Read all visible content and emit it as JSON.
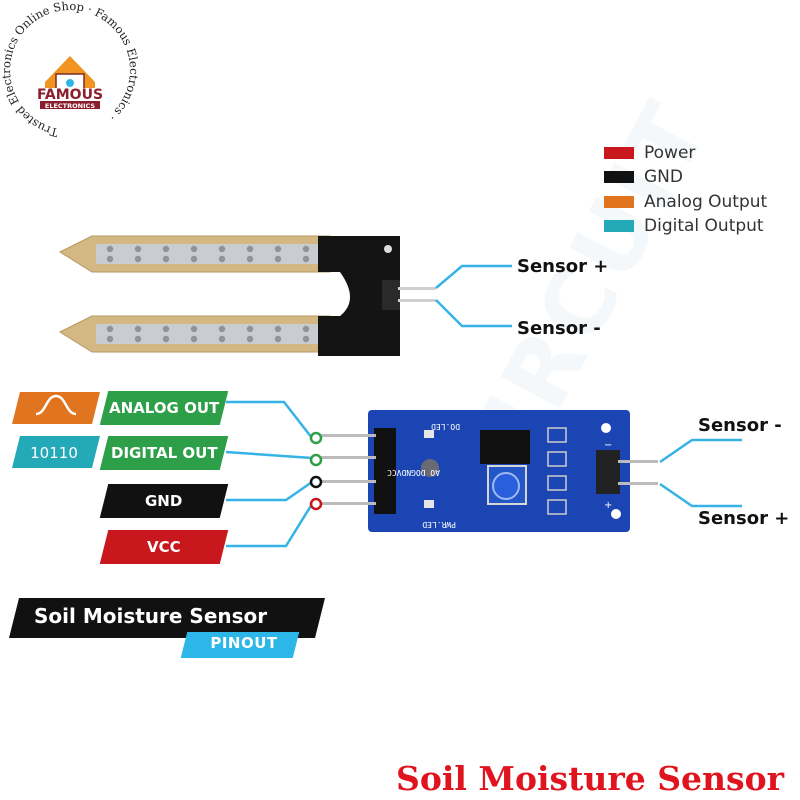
{
  "logo": {
    "ring_text": "Trusted Electronics Online Shop · Famous Electronics · ",
    "brand": "FAMOUS",
    "brand_sub": "ELECTRONICS"
  },
  "legend": [
    {
      "label": "Power",
      "color": "#c8171d"
    },
    {
      "label": "GND",
      "color": "#111111"
    },
    {
      "label": "Analog Output",
      "color": "#e0741f"
    },
    {
      "label": "Digital Output",
      "color": "#23a9b8"
    }
  ],
  "probe_labels": {
    "sensor_plus": "Sensor +",
    "sensor_minus": "Sensor -"
  },
  "module_labels": {
    "sensor_minus": "Sensor -",
    "sensor_plus": "Sensor +"
  },
  "pins": [
    {
      "label": "ANALOG OUT",
      "color": "#2e9f49"
    },
    {
      "label": "DIGITAL OUT",
      "color": "#2e9f49"
    },
    {
      "label": "GND",
      "color": "#111111"
    },
    {
      "label": "VCC",
      "color": "#c8171d"
    }
  ],
  "pin_icons": {
    "analog_color": "#e0741f",
    "digital_text": "10110",
    "digital_color": "#23a9b8"
  },
  "board_silk": {
    "pins_text": "AO DOGNDVCC",
    "led_top": "DO.LED",
    "led_bottom": "PWR.LED"
  },
  "title": {
    "main": "Soil Moisture Sensor",
    "sub": "PINOUT"
  },
  "footer_title": "Soil Moisture Sensor",
  "accent_wire_color": "#35b3e6"
}
